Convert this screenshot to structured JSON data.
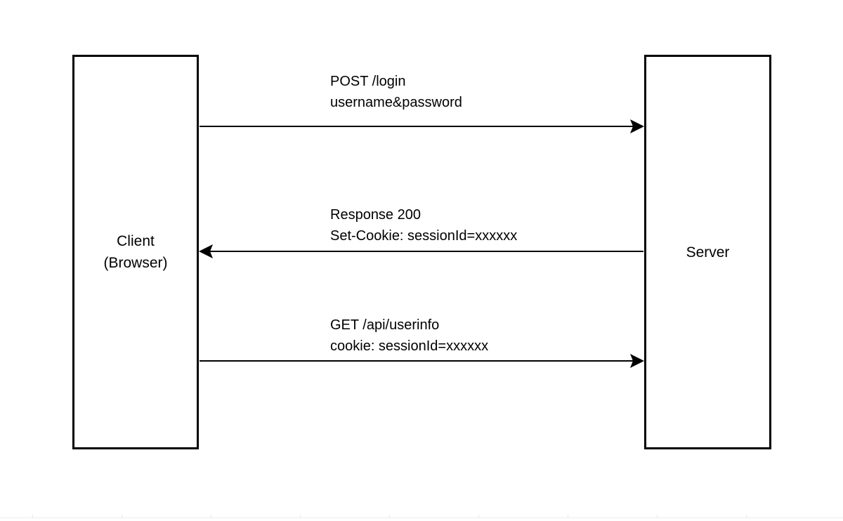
{
  "diagram": {
    "type": "sequence-diagram",
    "background_color": "#ffffff",
    "line_color": "#000000",
    "text_color": "#000000",
    "participants": [
      {
        "id": "client",
        "label": "Client\n(Browser)",
        "side": "left"
      },
      {
        "id": "server",
        "label": "Server",
        "side": "right"
      }
    ],
    "messages": [
      {
        "id": "msg-1",
        "label": "POST /login\nusername&password",
        "from": "client",
        "to": "server",
        "direction": "right"
      },
      {
        "id": "msg-2",
        "label": "Response 200\nSet-Cookie: sessionId=xxxxxx",
        "from": "server",
        "to": "client",
        "direction": "left"
      },
      {
        "id": "msg-3",
        "label": "GET  /api/userinfo\ncookie: sessionId=xxxxxx",
        "from": "client",
        "to": "server",
        "direction": "right"
      }
    ]
  }
}
